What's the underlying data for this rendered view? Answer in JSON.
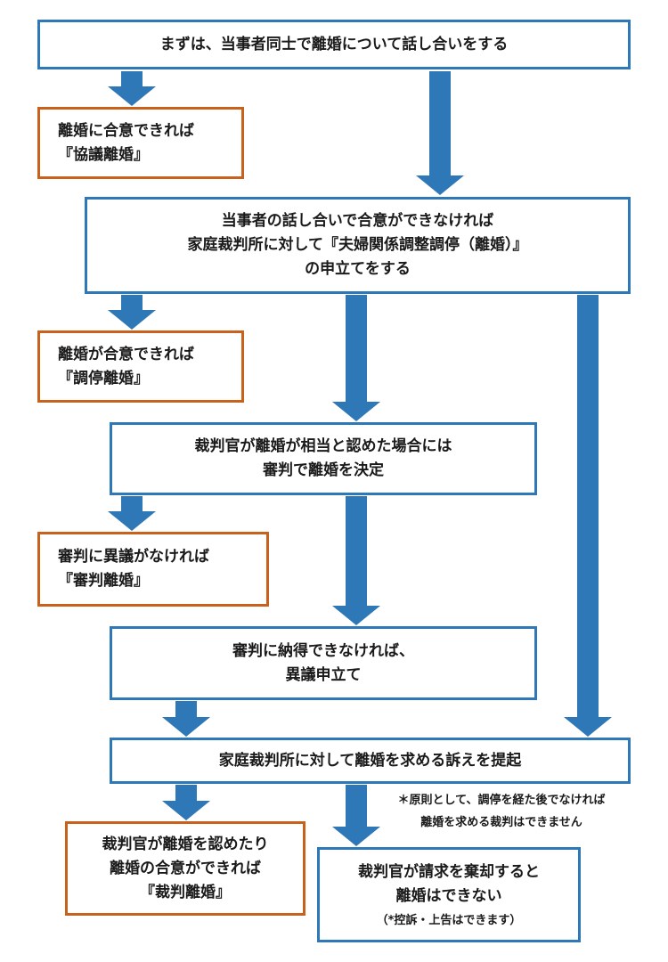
{
  "nodes": {
    "start": {
      "lines": [
        "まずは、当事者同士で離婚について話し合いをする"
      ]
    },
    "kyogi": {
      "lines": [
        "離婚に合意できれば",
        "『協議離婚』"
      ]
    },
    "chotei_request": {
      "lines": [
        "当事者の話し合いで合意ができなければ",
        "家庭裁判所に対して『夫婦関係調整調停（離婚）』",
        "の申立てをする"
      ]
    },
    "chotei_rikon": {
      "lines": [
        "離婚が合意できれば",
        "『調停離婚』"
      ]
    },
    "shinpan": {
      "lines": [
        "裁判官が離婚が相当と認めた場合には",
        "審判で離婚を決定"
      ]
    },
    "shinpan_rikon": {
      "lines": [
        "審判に異議がなければ",
        "『審判離婚』"
      ]
    },
    "igi": {
      "lines": [
        "審判に納得できなければ、",
        "異議申立て"
      ]
    },
    "soshou": {
      "lines": [
        "家庭裁判所に対して離婚を求める訴えを提起"
      ]
    },
    "saiban_rikon": {
      "lines": [
        "裁判官が離婚を認めたり",
        "離婚の合意ができれば",
        "『裁判離婚』"
      ]
    },
    "kikyaku": {
      "lines": [
        "裁判官が請求を棄却すると",
        "離婚はできない"
      ],
      "note": "（*控訴・上告はできます）"
    }
  },
  "footnote": {
    "lines": [
      "＊原則として、調停を経た後でなければ",
      "離婚を求める裁判はできません"
    ]
  },
  "colors": {
    "arrow": "#2f78b8",
    "border_blue": "#2f78b8",
    "border_orange": "#c8611c"
  }
}
